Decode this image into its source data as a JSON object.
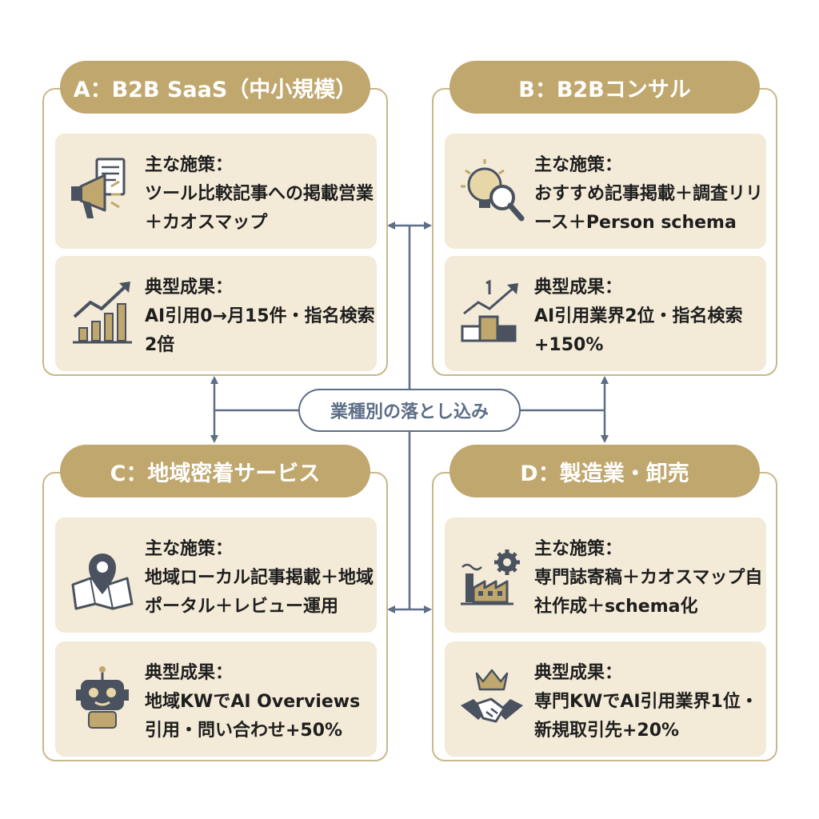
{
  "center_label": "業種別の落とし込み",
  "cards": {
    "a": {
      "title": "A：B2B SaaS（中小規模）",
      "measures_label": "主な施策：",
      "measures_text": "ツール比較記事への掲載営業＋カオスマップ",
      "results_label": "典型成果：",
      "results_text": "AI引用0→月15件・指名検索2倍",
      "measures_icon": "megaphone-document-icon",
      "results_icon": "bar-chart-growth-icon"
    },
    "b": {
      "title": "B：B2Bコンサル",
      "measures_label": "主な施策：",
      "measures_text": "おすすめ記事掲載＋調査リリース＋Person schema",
      "results_label": "典型成果：",
      "results_text": "AI引用業界2位・指名検索+150%",
      "measures_icon": "lightbulb-magnifier-icon",
      "results_icon": "podium-growth-icon"
    },
    "c": {
      "title": "C：地域密着サービス",
      "measures_label": "主な施策：",
      "measures_text": "地域ローカル記事掲載＋地域ポータル＋レビュー運用",
      "results_label": "典型成果：",
      "results_text": "地域KWでAI Overviews引用・問い合わせ+50%",
      "measures_icon": "map-pin-icon",
      "results_icon": "robot-icon"
    },
    "d": {
      "title": "D：製造業・卸売",
      "measures_label": "主な施策：",
      "measures_text": "専門誌寄稿＋カオスマップ自社作成＋schema化",
      "results_label": "典型成果：",
      "results_text": "専門KWでAI引用業界1位・新規取引先+20%",
      "measures_icon": "factory-gear-icon",
      "results_icon": "crown-handshake-icon"
    }
  },
  "colors": {
    "gold": "#c0a76e",
    "card_border": "#c9b88a",
    "section_bg": "#f3ead7",
    "connector": "#5d6e86",
    "icon_dark": "#4a5260"
  }
}
